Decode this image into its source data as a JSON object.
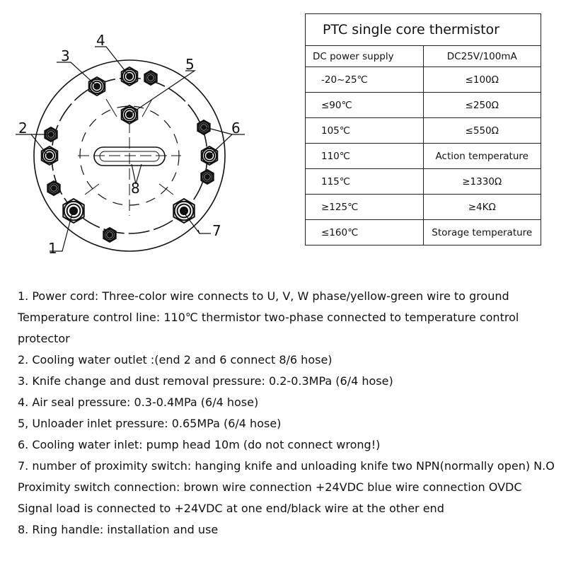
{
  "diagram": {
    "labels": [
      "1",
      "2",
      "3",
      "4",
      "5",
      "6",
      "7",
      "8"
    ]
  },
  "table": {
    "title": "PTC single core thermistor",
    "header": [
      "DC power supply",
      "DC25V/100mA"
    ],
    "rows": [
      [
        "-20~25℃",
        "≤100Ω"
      ],
      [
        "≤90℃",
        "≤250Ω"
      ],
      [
        "105℃",
        "≤550Ω"
      ],
      [
        "110℃",
        "Action temperature"
      ],
      [
        "115℃",
        "≥1330Ω"
      ],
      [
        "≥125℃",
        "≥4KΩ"
      ],
      [
        "≤160℃",
        "Storage temperature"
      ]
    ]
  },
  "notes": [
    "1. Power cord: Three-color wire connects to U, V, W phase/yellow-green wire to ground Temperature control line: 110℃ thermistor two-phase connected to temperature control protector",
    "2. Cooling water outlet :(end 2 and 6 connect 8/6 hose)",
    "3. Knife change and dust removal pressure: 0.2-0.3MPa (6/4 hose)",
    "4. Air seal pressure: 0.3-0.4MPa (6/4 hose)",
    "5, Unloader inlet pressure: 0.65MPa (6/4 hose)",
    "6. Cooling water inlet: pump head 10m (do not connect wrong!)",
    "7. number of proximity switch: hanging knife and unloading knife two NPN(normally open) N.O",
    "Proximity switch connection: brown wire connection +24VDC blue wire connection OVDC",
    "Signal load is connected to +24VDC at one end/black wire at the other end",
    "8. Ring handle: installation and use"
  ]
}
